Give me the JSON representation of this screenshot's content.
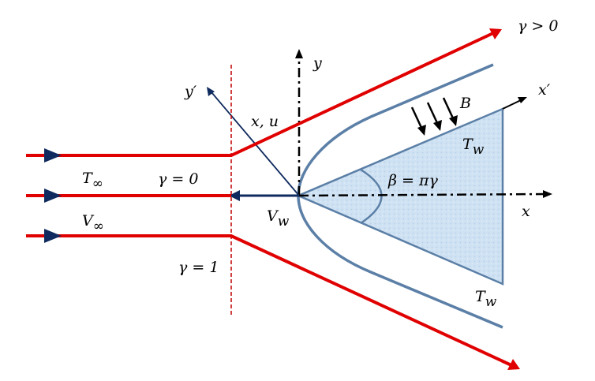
{
  "diagram": {
    "labels": {
      "gamma_gt_0": "γ > 0",
      "gamma_eq_0": "γ = 0",
      "gamma_eq_1": "γ = 1",
      "y_axis": "y",
      "y_prime": "y′",
      "x_prime": "x′",
      "x_axis": "x",
      "x_u": "x, u",
      "B": "B",
      "T_w_top": "T",
      "T_w_top_sub": "w",
      "T_w_bottom": "T",
      "T_w_bottom_sub": "w",
      "T_inf": "T",
      "T_inf_sub": "∞",
      "V_inf": "V",
      "V_inf_sub": "∞",
      "V_w": "V",
      "V_w_sub": "w",
      "beta": "β = πγ"
    },
    "colors": {
      "streamline": "#e00000",
      "arrowhead": "#0f2a5e",
      "body_fill": "#cfe2f3",
      "body_stroke": "#5b7fa6",
      "axis": "#000000",
      "dashed_divider": "#c00000",
      "vector": "#0f2a5e"
    }
  }
}
